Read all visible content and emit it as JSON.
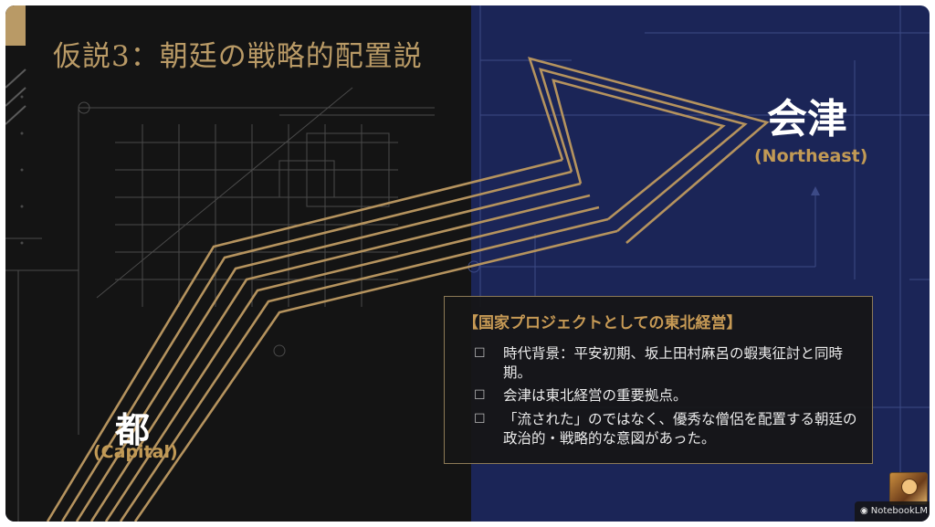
{
  "slide": {
    "title": "仮説3：朝廷の戦略的配置説",
    "destination": {
      "name": "会津",
      "sub": "(Northeast)"
    },
    "origin": {
      "name": "都",
      "sub": "(Capital)"
    },
    "infobox": {
      "heading": "【国家プロジェクトとしての東北経営】",
      "items": [
        {
          "bullet": "☐",
          "text": "時代背景：平安初期、坂上田村麻呂の蝦夷征討と同時期。"
        },
        {
          "bullet": "☐",
          "text": "会津は東北経営の重要拠点。"
        },
        {
          "bullet": "☐",
          "text": "「流された」のではなく、優秀な僧侶を配置する朝廷の政治的・戦略的な意図があった。"
        }
      ]
    }
  },
  "badge": {
    "label": "NotebookLM",
    "icon": "notebooklm-icon"
  },
  "colors": {
    "gold": "#b99a66",
    "navy": "#1b2557",
    "dark": "#141414"
  }
}
